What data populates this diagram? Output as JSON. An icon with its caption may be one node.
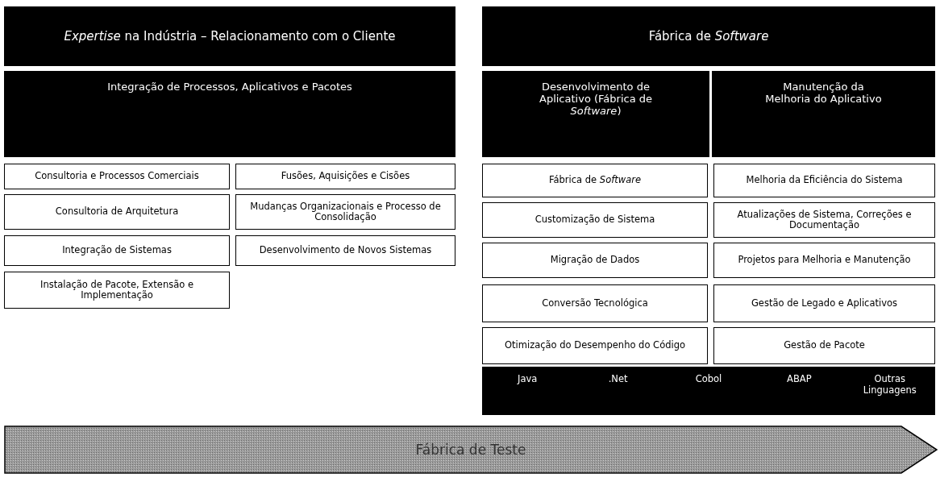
{
  "diagram": {
    "nodes": [
      {
        "text": [
          "*Expertise* na Indústria – Relacionamento com o Cliente"
        ]
      },
      {
        "text": [
          "Integração de Processos, Aplicativos e Pacotes"
        ]
      },
      {
        "text": [
          "Consultoria e Processos Comerciais"
        ]
      },
      {
        "text": [
          "Fusões, Aquisições e Cisões"
        ]
      },
      {
        "text": [
          "Consultoria de Arquitetura"
        ]
      },
      {
        "text": [
          "Mudanças Organizacionais e Processo de Consolidação"
        ]
      },
      {
        "text": [
          "Integração de Sistemas"
        ]
      },
      {
        "text": [
          "Desenvolvimento de Novos Sistemas"
        ]
      },
      {
        "text": [
          "Instalação de Pacote, Extensão e Implementação"
        ]
      },
      {
        "text": [
          "Fábrica de *Software*"
        ]
      },
      {
        "text": [
          "Desenvolvimento de Aplicativo (Fábrica de *Software*)"
        ]
      },
      {
        "text": [
          "Manutenção da Melhoria do Aplicativo"
        ]
      },
      {
        "text": [
          "Fábrica de *Software*"
        ]
      },
      {
        "text": [
          "Melhoria da Eficiência do Sistema"
        ]
      },
      {
        "text": [
          "Customização de Sistema"
        ]
      },
      {
        "text": [
          "Atualizações de Sistema, Correções e Documentação"
        ]
      },
      {
        "text": [
          "Migração de Dados"
        ]
      },
      {
        "text": [
          "Projetos para Melhoria e Manutenção"
        ]
      },
      {
        "text": [
          "Conversão Tecnológica"
        ]
      },
      {
        "text": [
          "Gestão de Legado e Aplicativos"
        ]
      },
      {
        "text": [
          "Otimização do Desempenho do Código"
        ]
      },
      {
        "text": [
          "Gestão de Pacote"
        ]
      },
      {
        "text": [
          "Java",
          ".Net",
          "Cobol",
          "ABAP",
          "Outras Linguagens"
        ]
      },
      {
        "text": [
          "Fábrica de Teste"
        ]
      }
    ]
  }
}
